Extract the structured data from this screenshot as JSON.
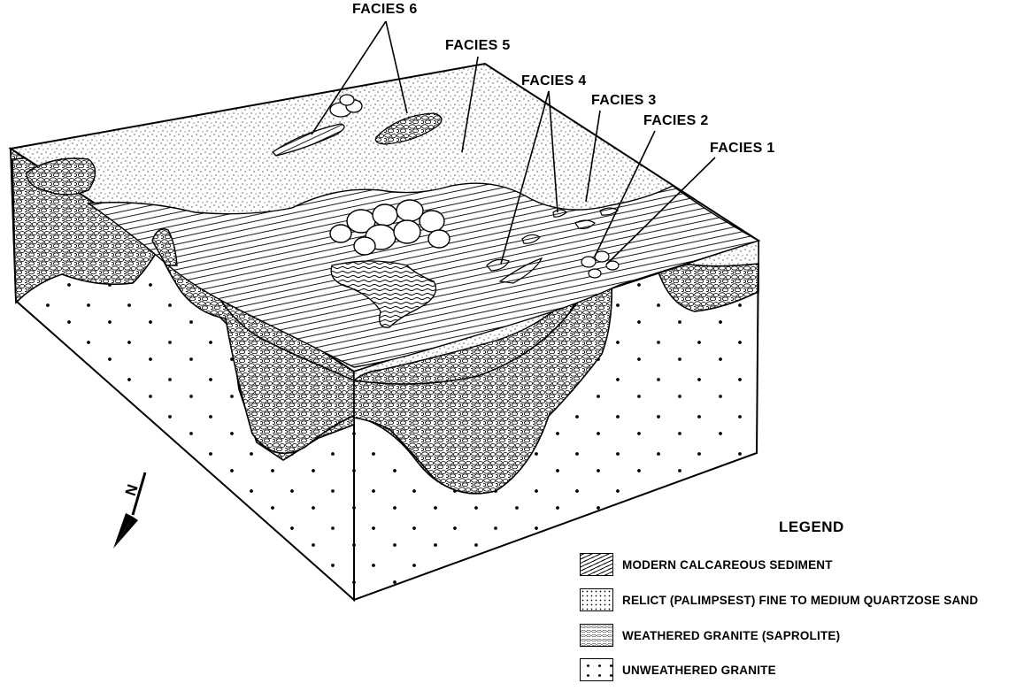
{
  "facies_labels": {
    "f6": "FACIES 6",
    "f5": "FACIES 5",
    "f4": "FACIES 4",
    "f3": "FACIES 3",
    "f2": "FACIES 2",
    "f1": "FACIES 1"
  },
  "north_arrow": {
    "letter": "N"
  },
  "legend": {
    "title": "LEGEND",
    "items": [
      {
        "label": "MODERN CALCAREOUS SEDIMENT",
        "pattern": "hatch"
      },
      {
        "label": "RELICT (PALIMPSEST) FINE TO MEDIUM QUARTZOSE SAND",
        "pattern": "stipple"
      },
      {
        "label": "WEATHERED GRANITE (SAPROLITE)",
        "pattern": "cobbles"
      },
      {
        "label": "UNWEATHERED GRANITE",
        "pattern": "dots"
      }
    ]
  }
}
